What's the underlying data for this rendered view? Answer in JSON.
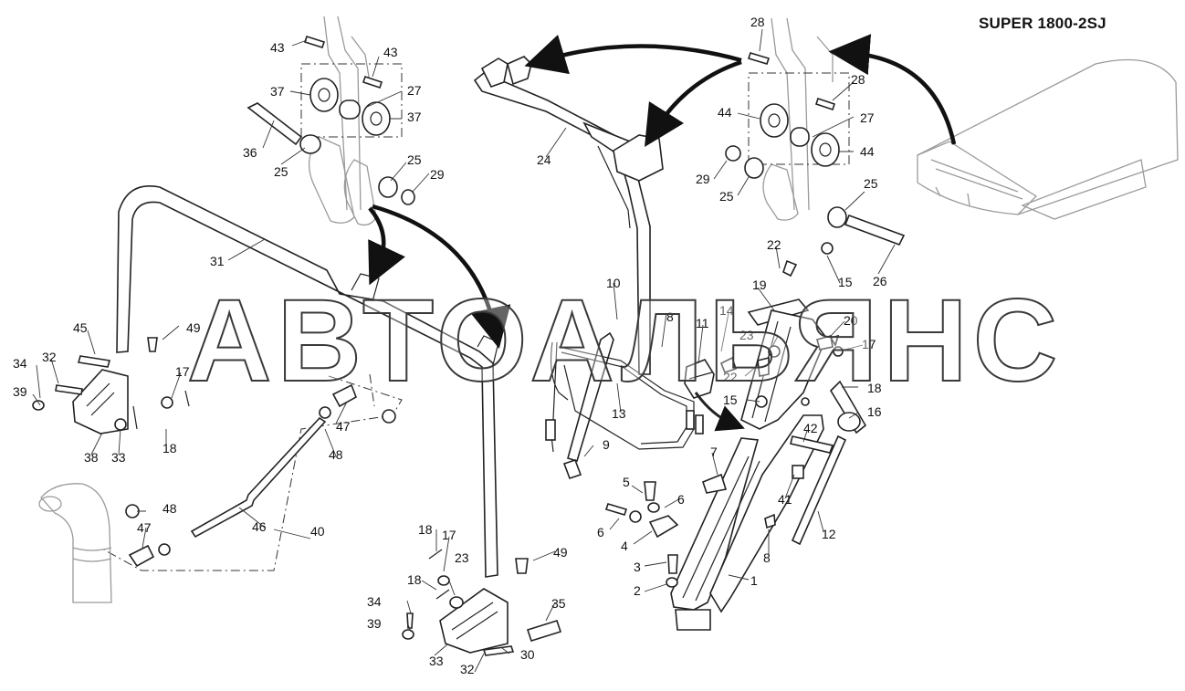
{
  "title": "SUPER 1800-2SJ",
  "watermark": "АВТОАЛЬЯНС",
  "labels": [
    {
      "id": "43",
      "text": "43"
    },
    {
      "id": "43b",
      "text": "43"
    },
    {
      "id": "37",
      "text": "37"
    },
    {
      "id": "27",
      "text": "27"
    },
    {
      "id": "37b",
      "text": "37"
    },
    {
      "id": "36",
      "text": "36"
    },
    {
      "id": "25",
      "text": "25"
    },
    {
      "id": "25b",
      "text": "25"
    },
    {
      "id": "29",
      "text": "29"
    },
    {
      "id": "31",
      "text": "31"
    },
    {
      "id": "28",
      "text": "28"
    },
    {
      "id": "28b",
      "text": "28"
    },
    {
      "id": "44",
      "text": "44"
    },
    {
      "id": "27b",
      "text": "27"
    },
    {
      "id": "44b",
      "text": "44"
    },
    {
      "id": "29b",
      "text": "29"
    },
    {
      "id": "25c",
      "text": "25"
    },
    {
      "id": "25d",
      "text": "25"
    },
    {
      "id": "26",
      "text": "26"
    },
    {
      "id": "24",
      "text": "24"
    },
    {
      "id": "22",
      "text": "22"
    },
    {
      "id": "15",
      "text": "15"
    },
    {
      "id": "19",
      "text": "19"
    },
    {
      "id": "10",
      "text": "10"
    },
    {
      "id": "14",
      "text": "14"
    },
    {
      "id": "8",
      "text": "8"
    },
    {
      "id": "11",
      "text": "11"
    },
    {
      "id": "23",
      "text": "23"
    },
    {
      "id": "20",
      "text": "20"
    },
    {
      "id": "17",
      "text": "17"
    },
    {
      "id": "22b",
      "text": "22"
    },
    {
      "id": "15b",
      "text": "15"
    },
    {
      "id": "18",
      "text": "18"
    },
    {
      "id": "16",
      "text": "16"
    },
    {
      "id": "42",
      "text": "42"
    },
    {
      "id": "13",
      "text": "13"
    },
    {
      "id": "9",
      "text": "9"
    },
    {
      "id": "7",
      "text": "7"
    },
    {
      "id": "41",
      "text": "41"
    },
    {
      "id": "5",
      "text": "5"
    },
    {
      "id": "6",
      "text": "6"
    },
    {
      "id": "6b",
      "text": "6"
    },
    {
      "id": "4",
      "text": "4"
    },
    {
      "id": "8b",
      "text": "8"
    },
    {
      "id": "12",
      "text": "12"
    },
    {
      "id": "3",
      "text": "3"
    },
    {
      "id": "2",
      "text": "2"
    },
    {
      "id": "1",
      "text": "1"
    },
    {
      "id": "45",
      "text": "45"
    },
    {
      "id": "49",
      "text": "49"
    },
    {
      "id": "34",
      "text": "34"
    },
    {
      "id": "32",
      "text": "32"
    },
    {
      "id": "39",
      "text": "39"
    },
    {
      "id": "17b",
      "text": "17"
    },
    {
      "id": "47",
      "text": "47"
    },
    {
      "id": "48",
      "text": "48"
    },
    {
      "id": "38",
      "text": "38"
    },
    {
      "id": "33",
      "text": "33"
    },
    {
      "id": "18b",
      "text": "18"
    },
    {
      "id": "46",
      "text": "46"
    },
    {
      "id": "48b",
      "text": "48"
    },
    {
      "id": "47b",
      "text": "47"
    },
    {
      "id": "40",
      "text": "40"
    },
    {
      "id": "18c",
      "text": "18"
    },
    {
      "id": "17c",
      "text": "17"
    },
    {
      "id": "23b",
      "text": "23"
    },
    {
      "id": "49b",
      "text": "49"
    },
    {
      "id": "18d",
      "text": "18"
    },
    {
      "id": "35",
      "text": "35"
    },
    {
      "id": "34b",
      "text": "34"
    },
    {
      "id": "39b",
      "text": "39"
    },
    {
      "id": "33b",
      "text": "33"
    },
    {
      "id": "30",
      "text": "30"
    },
    {
      "id": "32b",
      "text": "32"
    }
  ]
}
